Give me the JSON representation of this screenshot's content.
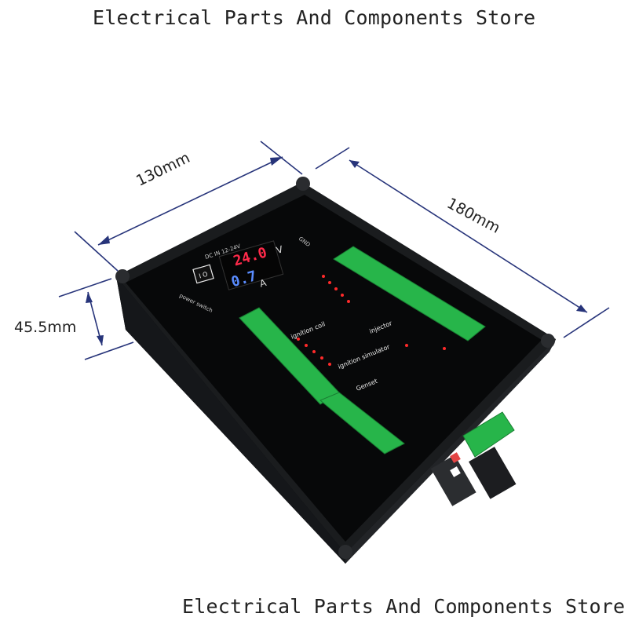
{
  "captions": {
    "top": "Electrical Parts And Components Store",
    "bottom": "Electrical Parts And Components Store"
  },
  "dimensions": {
    "width": "130mm",
    "length": "180mm",
    "height": "45.5mm"
  },
  "panel": {
    "voltage_reading": "24.0",
    "voltage_unit": "V",
    "current_reading": "0.7",
    "current_unit": "A",
    "power_label": "power switch",
    "dc_in_label": "DC IN 12-24V",
    "ignition_label": "ignition coil",
    "simulator_label": "ignition simulator",
    "injector_label": "injector",
    "gnd_label": "GND",
    "genset_label": "Genset"
  },
  "colors": {
    "housing": "#131517",
    "panel": "#070809",
    "terminal_green": "#27b54a",
    "display_red": "#ff2a4a",
    "display_blue": "#5a8cff",
    "dimension_line": "#27347a"
  }
}
